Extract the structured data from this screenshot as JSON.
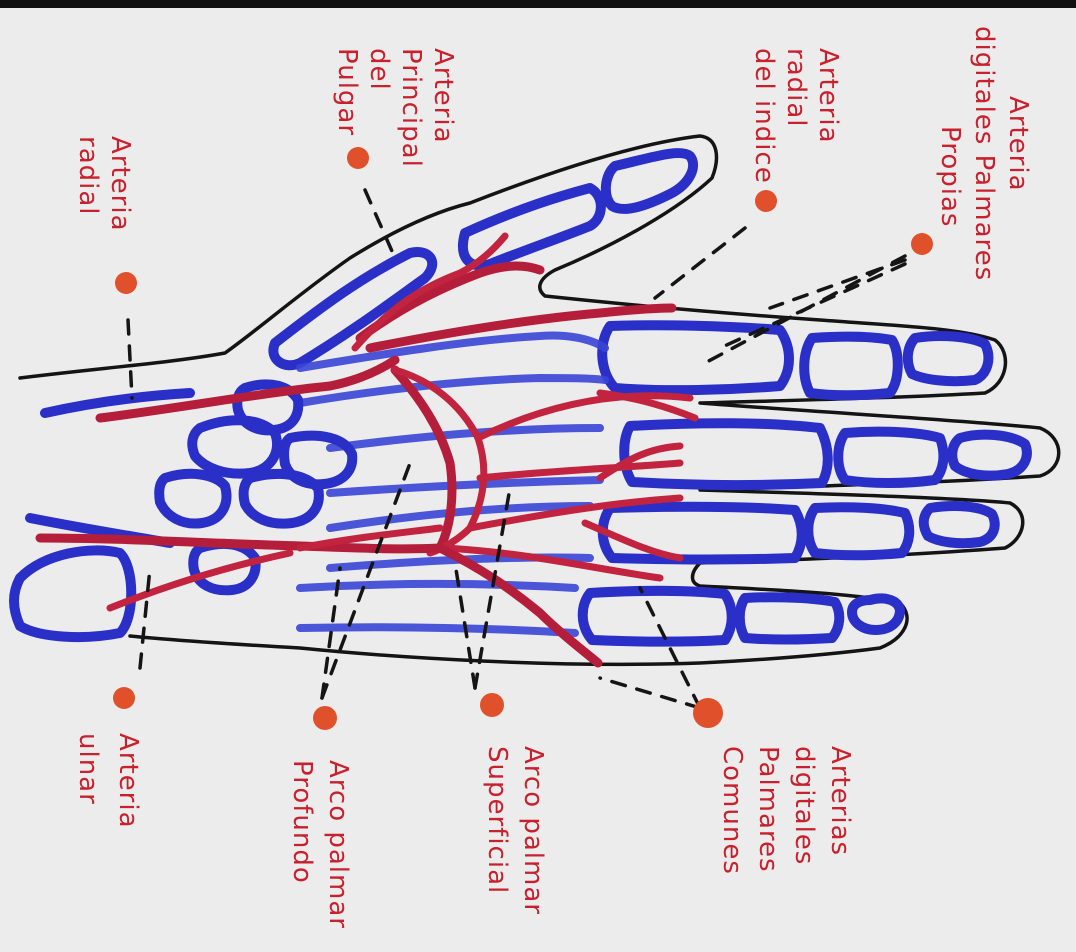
{
  "labels": {
    "arteria_radial": [
      "Arteria",
      "radial"
    ],
    "arteria_principal_pulgar": [
      "Arteria",
      "Principal",
      "del",
      "Pulgar"
    ],
    "arteria_radial_indice": [
      "Arteria",
      "radial",
      "del indice"
    ],
    "arterias_digitales_palmares_propias": [
      "Arteria",
      "digitales Palmares",
      "Propias"
    ],
    "arteria_ulnar": [
      "Arteria",
      "ulnar"
    ],
    "arco_palmar_profundo": [
      "Arco palmar",
      "Profundo"
    ],
    "arco_palmar_superficial": [
      "Arco palmar",
      "Superficial"
    ],
    "arterias_digitales_palmares_comunes": [
      "Arterias",
      "digitales",
      "Palmares",
      "Comunes"
    ]
  },
  "colors": {
    "paper": "#ececec",
    "bones": "#2a2fc8",
    "arteries": "#b51e3a",
    "label_text": "#c8202c",
    "marker_dot": "#e0502a",
    "outline": "#141414"
  }
}
